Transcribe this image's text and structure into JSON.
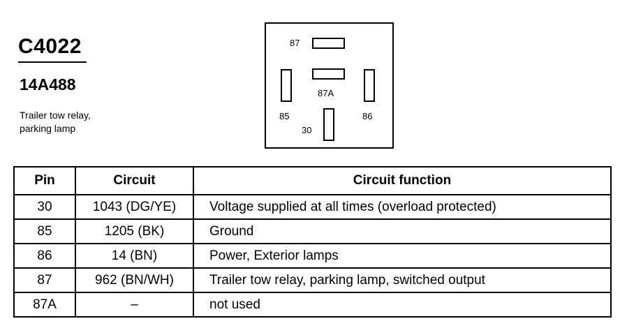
{
  "connector": {
    "id": "C4022",
    "part_number": "14A488",
    "description_lines": [
      "Trailer tow relay,",
      "parking lamp"
    ]
  },
  "diagram": {
    "labels": {
      "pin_87": "87",
      "pin_87a": "87A",
      "pin_85": "85",
      "pin_86": "86",
      "pin_30": "30"
    }
  },
  "table": {
    "headers": {
      "pin": "Pin",
      "circuit": "Circuit",
      "function": "Circuit function"
    },
    "rows": [
      {
        "pin": "30",
        "circuit": "1043 (DG/YE)",
        "function": "Voltage supplied at all times (overload protected)"
      },
      {
        "pin": "85",
        "circuit": "1205 (BK)",
        "function": "Ground"
      },
      {
        "pin": "86",
        "circuit": "14 (BN)",
        "function": "Power, Exterior lamps"
      },
      {
        "pin": "87",
        "circuit": "962 (BN/WH)",
        "function": "Trailer tow relay, parking lamp, switched output"
      },
      {
        "pin": "87A",
        "circuit": "–",
        "function": "not used"
      }
    ]
  }
}
